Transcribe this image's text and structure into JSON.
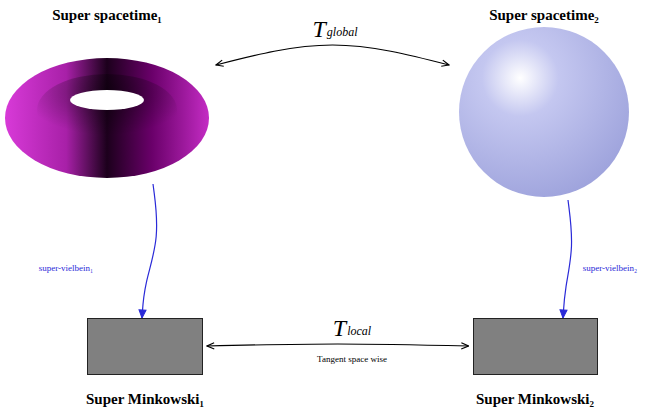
{
  "diagram": {
    "nodes": [
      {
        "text": [
          "Super spacetime₁"
        ]
      },
      {
        "text": [
          "Super spacetime₂"
        ]
      },
      {
        "text": [
          "Super Minkowski₁"
        ]
      },
      {
        "text": [
          "Super Minkowski₂"
        ]
      }
    ],
    "edges": [
      {
        "from": 0,
        "to": 1,
        "label": "Tglobal",
        "arrow": "both"
      },
      {
        "from": 0,
        "to": 2,
        "label": "super-vielbein₁",
        "arrow": "to"
      },
      {
        "from": 1,
        "to": 3,
        "label": "super-vielbein₂",
        "arrow": "to"
      },
      {
        "from": 2,
        "to": 3,
        "label": "Tlocal",
        "arrow": "both"
      }
    ],
    "labels": [
      "Tangent space wise"
    ]
  }
}
